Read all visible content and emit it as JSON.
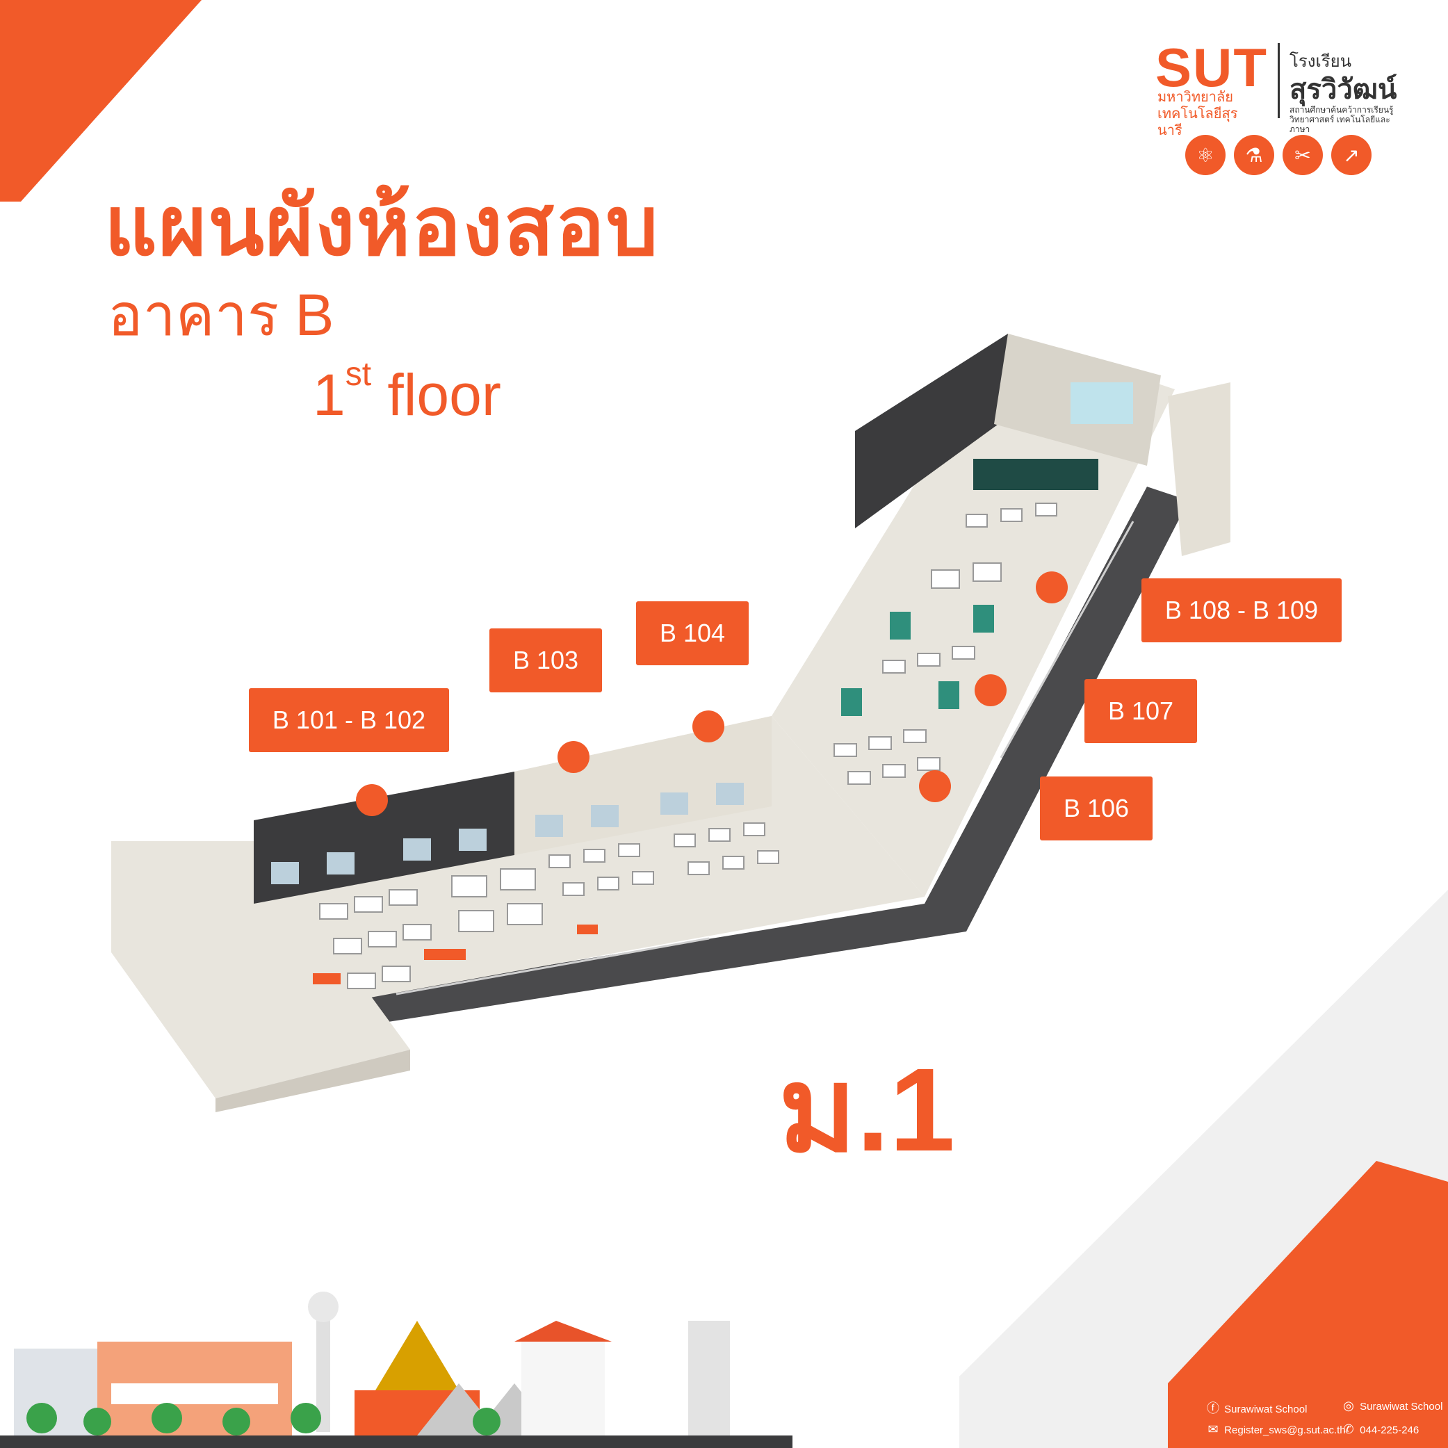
{
  "title": {
    "main": "แผนผังห้องสอบ",
    "building": "อาคาร B",
    "floor_num": "1",
    "floor_suffix": "st",
    "floor_word": "floor"
  },
  "grade": "ม.1",
  "logo": {
    "sut": "SUT",
    "sut_sub": "มหาวิทยาลัยเทคโนโลยีสุรนารี",
    "school_line1": "โรงเรียน",
    "school_line2": "สุรวิวัฒน์",
    "school_line3": "สถานศึกษาค้นคว้าการเรียนรู้ วิทยาศาสตร์ เทคโนโลยีและภาษา"
  },
  "badges": [
    "atom-icon",
    "test-tube-icon",
    "dna-icon",
    "chart-icon"
  ],
  "rooms": [
    {
      "name": "B 101 - B 102"
    },
    {
      "name": "B 103"
    },
    {
      "name": "B 104"
    },
    {
      "name": "B 106"
    },
    {
      "name": "B 107"
    },
    {
      "name": "B 108 - B 109"
    }
  ],
  "footer": {
    "facebook": "Surawiwat School",
    "instagram": "Surawiwat School",
    "email": "Register_sws@g.sut.ac.th",
    "phone": "044-225-246"
  },
  "colors": {
    "accent": "#f15a29",
    "floor_dark": "#4a4a4c",
    "wall_light": "#e8e5dd"
  }
}
